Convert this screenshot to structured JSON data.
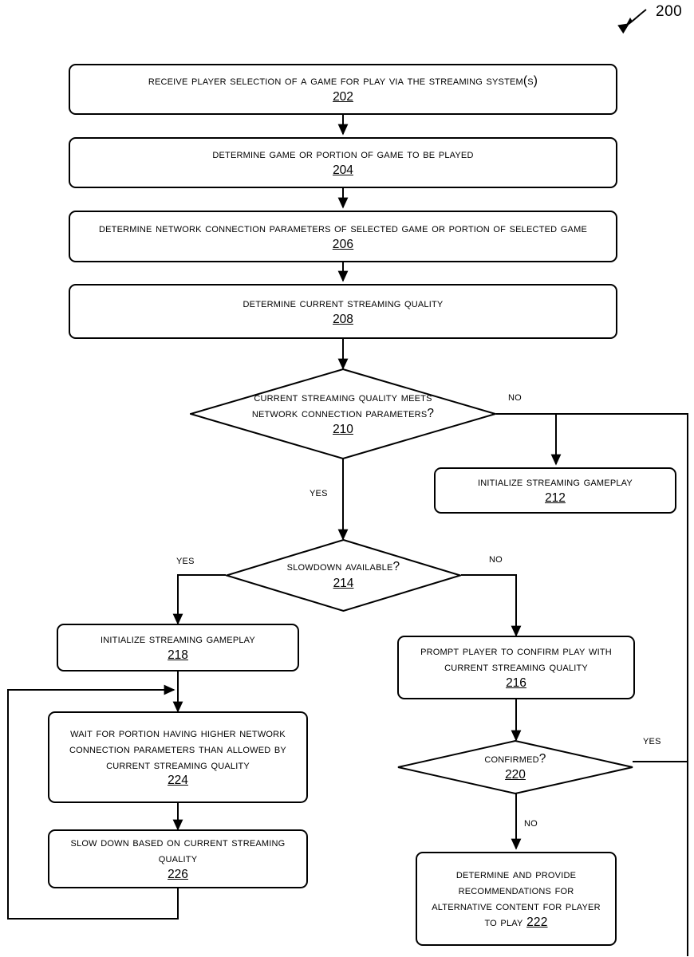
{
  "figure": {
    "number": "200"
  },
  "nodes": {
    "n202": {
      "text": "Receive Player Selection of a Game for Play via the Streaming System(s)",
      "ref": "202"
    },
    "n204": {
      "text": "Determine Game or Portion of Game to be Played",
      "ref": "204"
    },
    "n206": {
      "text": "Determine Network Connection Parameters of Selected Game or Portion of Selected Game",
      "ref": "206"
    },
    "n208": {
      "text": "Determine Current Streaming Quality",
      "ref": "208"
    },
    "n210": {
      "text": "Current Streaming Quality Meets Network Connection Parameters?",
      "ref": "210"
    },
    "n212": {
      "text": "Initialize Streaming Gameplay",
      "ref": "212"
    },
    "n214": {
      "text": "Slowdown Available?",
      "ref": "214"
    },
    "n216": {
      "text": "Prompt Player to Confirm Play with Current Streaming Quality",
      "ref": "216"
    },
    "n218": {
      "text": "Initialize Streaming Gameplay",
      "ref": "218"
    },
    "n220": {
      "text": "Confirmed?",
      "ref": "220"
    },
    "n222": {
      "text": "Determine and provide recommendations for alternative content for player to play",
      "ref": "222"
    },
    "n224": {
      "text": "Wait for Portion Having Higher Network Connection Parameters than Allowed by Current Streaming Quality",
      "ref": "224"
    },
    "n226": {
      "text": "Slow Down Based On Current Streaming Quality",
      "ref": "226"
    }
  },
  "edge_labels": {
    "no_210": "No",
    "yes_210": "Yes",
    "yes_214": "Yes",
    "no_214": "No",
    "yes_220": "Yes",
    "no_220": "No"
  }
}
